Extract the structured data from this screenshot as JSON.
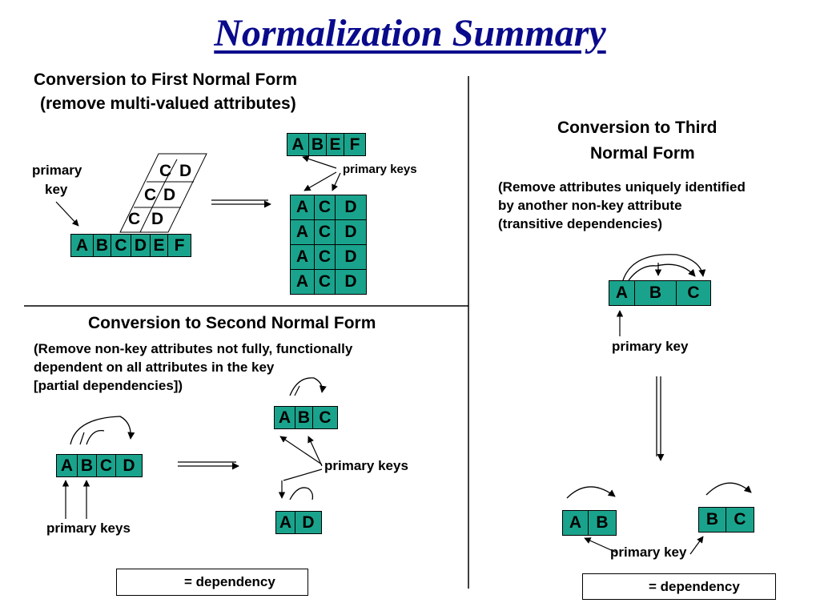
{
  "title": "Normalization Summary",
  "first_nf": {
    "heading_line1": "Conversion to First Normal Form",
    "heading_line2": "(remove multi-valued attributes)",
    "primary_key_label_line1": "primary",
    "primary_key_label_line2": "key",
    "primary_keys_label": "primary keys",
    "source_row": [
      "A",
      "B",
      "C",
      "D",
      "E",
      "F"
    ],
    "repeating_groups": [
      [
        "C",
        "D"
      ],
      [
        "C",
        "D"
      ],
      [
        "C",
        "D"
      ]
    ],
    "result_table_1": [
      "A",
      "B",
      "E",
      "F"
    ],
    "result_table_2_rows": [
      [
        "A",
        "C",
        "D"
      ],
      [
        "A",
        "C",
        "D"
      ],
      [
        "A",
        "C",
        "D"
      ],
      [
        "A",
        "C",
        "D"
      ]
    ]
  },
  "second_nf": {
    "heading": "Conversion to Second Normal Form",
    "desc_line1": "(Remove non-key attributes not fully, functionally",
    "desc_line2": "dependent on all attributes in the key",
    "desc_line3": "[partial dependencies])",
    "source_row": [
      "A",
      "B",
      "C",
      "D"
    ],
    "result_table_1": [
      "A",
      "B",
      "C"
    ],
    "result_table_2": [
      "A",
      "D"
    ],
    "primary_keys_label_left": "primary keys",
    "primary_keys_label_right": "primary keys",
    "legend_label": "= dependency"
  },
  "third_nf": {
    "heading_line1": "Conversion to Third",
    "heading_line2": "Normal Form",
    "desc_line1": "(Remove attributes uniquely identified",
    "desc_line2": "by another non-key attribute",
    "desc_line3": "(transitive dependencies)",
    "source_row": [
      "A",
      "B",
      "C"
    ],
    "primary_key_label": "primary key",
    "result_table_1": [
      "A",
      "B"
    ],
    "result_table_2": [
      "B",
      "C"
    ],
    "primary_key_label_bottom": "primary key",
    "legend_label": "= dependency"
  },
  "colors": {
    "cell_fill": "#1aa38c",
    "title": "#0a0a8c"
  }
}
